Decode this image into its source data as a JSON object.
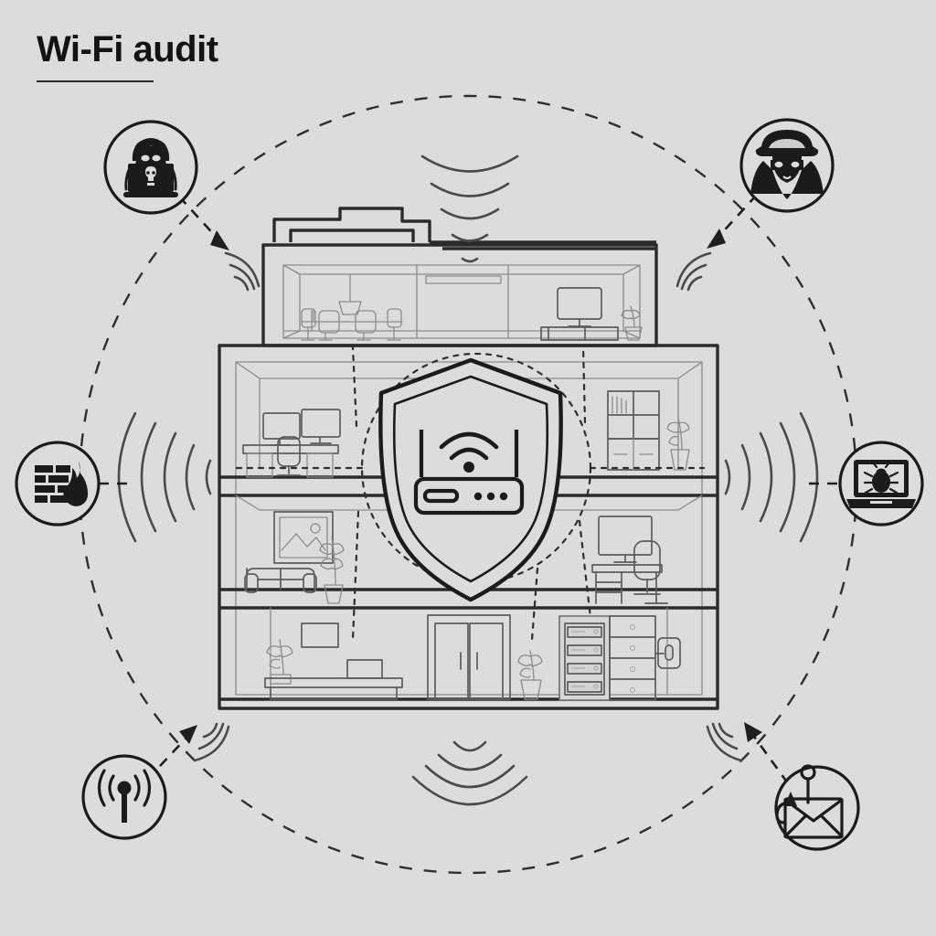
{
  "page": {
    "title": "Wi-Fi audit",
    "background_color": "#dcdcdc",
    "ink_color": "#1b1b1b"
  },
  "center": {
    "name": "Wi-Fi router protected by shield",
    "shield_label": "security-shield",
    "device_label": "wifi-router",
    "coverage_circle_label": "wifi-coverage-zone"
  },
  "building": {
    "name": "office building cutaway",
    "floors": [
      {
        "level": "top",
        "rooms": [
          {
            "name": "meeting-room",
            "items": [
              "pendant-lamp",
              "conference-table",
              "office-chairs"
            ]
          },
          {
            "name": "office-room",
            "items": [
              "desk",
              "monitor",
              "potted-plant"
            ]
          }
        ]
      },
      {
        "level": "third",
        "rooms": [
          {
            "name": "workstation-area",
            "items": [
              "dual-monitors",
              "desk",
              "office-chair",
              "storage-boxes"
            ]
          },
          {
            "name": "library-corner",
            "items": [
              "bookshelf",
              "books",
              "potted-plant"
            ]
          }
        ]
      },
      {
        "level": "second",
        "rooms": [
          {
            "name": "lounge",
            "items": [
              "sofa",
              "framed-picture",
              "potted-plant"
            ]
          },
          {
            "name": "workspace",
            "items": [
              "monitor",
              "desk",
              "office-chair"
            ]
          }
        ]
      },
      {
        "level": "ground",
        "rooms": [
          {
            "name": "reception",
            "items": [
              "reception-desk",
              "potted-plant",
              "wall-sign"
            ]
          },
          {
            "name": "entrance",
            "items": [
              "double-doors"
            ]
          },
          {
            "name": "server-room",
            "items": [
              "server-rack",
              "cabinets",
              "card-reader",
              "potted-plant"
            ]
          }
        ]
      }
    ],
    "roof": {
      "items": [
        "parapet",
        "rooftop-unit"
      ]
    }
  },
  "signals": {
    "label": "wifi-signal-waves",
    "emitters": [
      {
        "position": "top",
        "arcs": 5
      },
      {
        "position": "bottom",
        "arcs": 4
      },
      {
        "position": "left",
        "arcs": 5
      },
      {
        "position": "right",
        "arcs": 5
      },
      {
        "position": "top-left",
        "arcs": 3
      },
      {
        "position": "top-right",
        "arcs": 3
      },
      {
        "position": "bottom-left",
        "arcs": 3
      },
      {
        "position": "bottom-right",
        "arcs": 3
      }
    ]
  },
  "threats": [
    {
      "id": "hacker",
      "label": "hacker-with-laptop",
      "position": "top-left",
      "arrow": "inbound"
    },
    {
      "id": "spy",
      "label": "spy-eavesdropper",
      "position": "top-right",
      "arrow": "inbound"
    },
    {
      "id": "firewall",
      "label": "firewall",
      "position": "left",
      "arrow": "connector"
    },
    {
      "id": "malware",
      "label": "laptop-with-bug",
      "position": "right",
      "arrow": "connector"
    },
    {
      "id": "rogue-ap",
      "label": "rogue-access-point-antenna",
      "position": "bottom-left",
      "arrow": "outbound"
    },
    {
      "id": "phishing",
      "label": "phishing-email-hook",
      "position": "bottom-right",
      "arrow": "inbound"
    }
  ],
  "perimeter": {
    "label": "audit-perimeter",
    "style": "dashed-circle"
  }
}
